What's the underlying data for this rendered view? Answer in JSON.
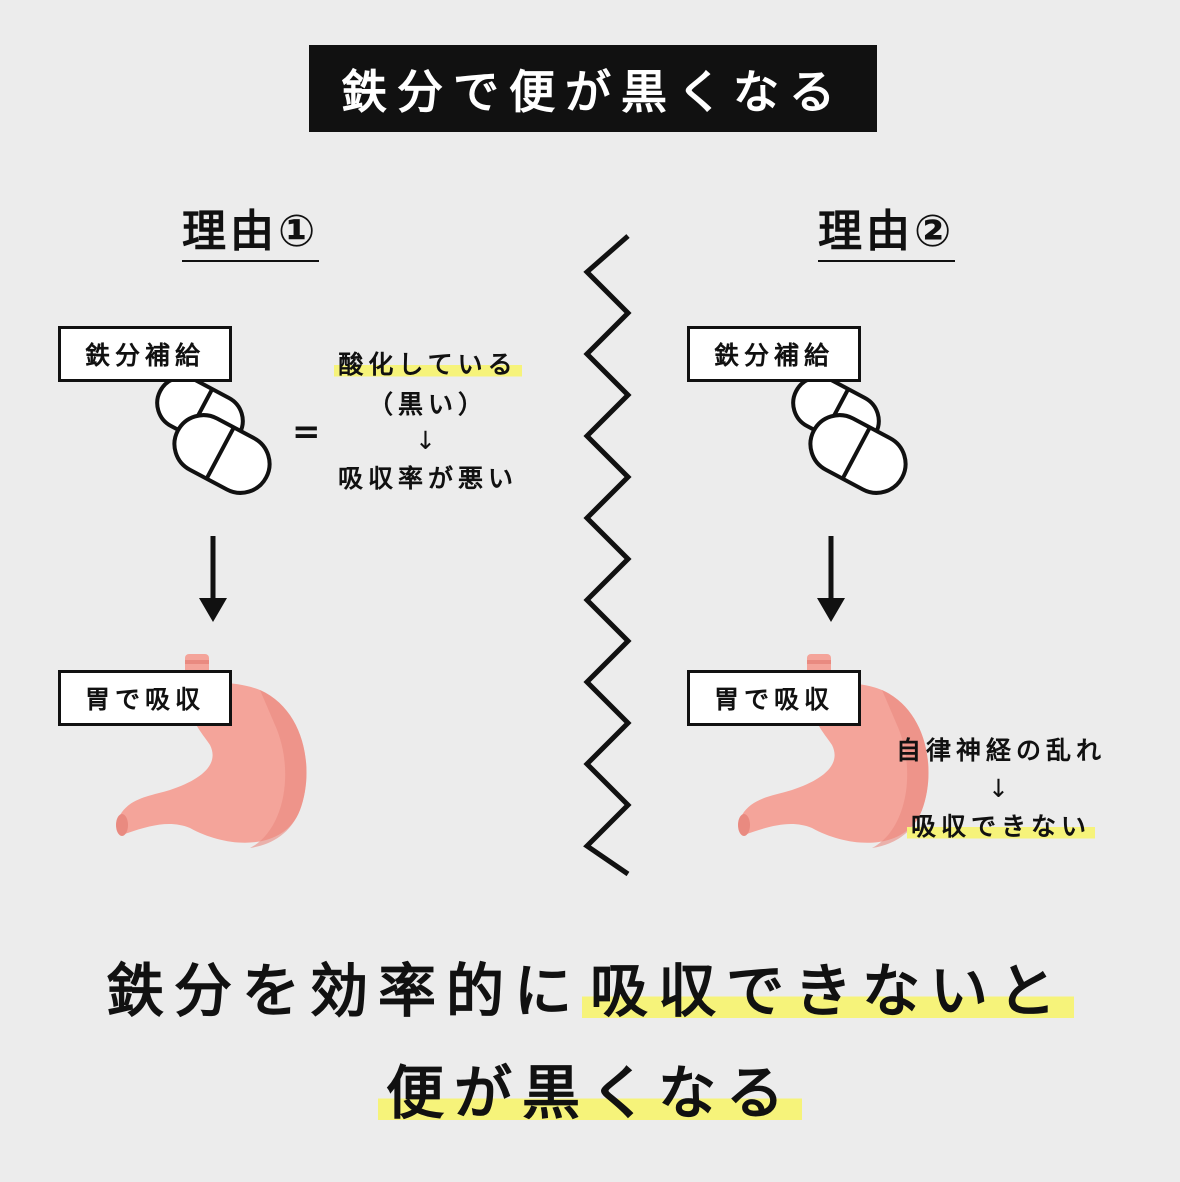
{
  "header": {
    "title": "鉄分で便が黒くなる"
  },
  "reason1": {
    "heading": "理由①",
    "iron_label": "鉄分補給",
    "equals": "=",
    "note_oxidized": "酸化している",
    "note_black": "（黒い）",
    "note_arrow": "↓",
    "note_poor_absorption": "吸収率が悪い",
    "stomach_label": "胃で吸収"
  },
  "reason2": {
    "heading": "理由②",
    "iron_label": "鉄分補給",
    "stomach_label": "胃で吸収",
    "note_autonomic": "自律神経の乱れ",
    "note_arrow": "↓",
    "note_cannot_absorb": "吸収できない"
  },
  "conclusion": {
    "line1_plain": "鉄分を効率的に",
    "line1_highlight": "吸収できないと",
    "line2_highlight": "便が黒くなる"
  },
  "colors": {
    "background": "#ececec",
    "highlight": "#f6f37a",
    "stomach": "#f4a49a",
    "stomach_shade": "#e98a80",
    "ink": "#111111"
  },
  "icons": [
    "capsule-icon",
    "stomach-icon",
    "down-arrow-icon",
    "zigzag-divider"
  ]
}
